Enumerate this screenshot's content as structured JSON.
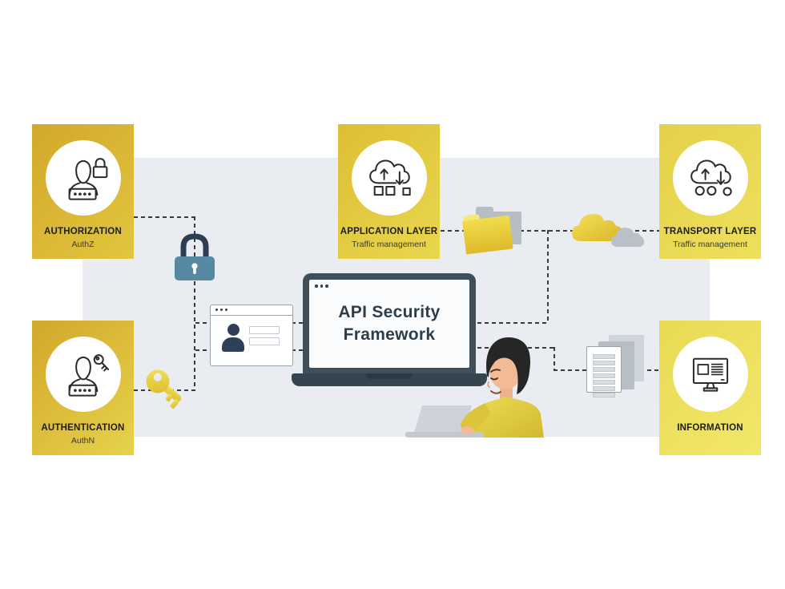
{
  "title": "API Security Framework diagram",
  "center_laptop": {
    "line1": "API Security",
    "line2": "Framework"
  },
  "cards": [
    {
      "title": "AUTHORIZATION",
      "subtitle": "AuthZ"
    },
    {
      "title": "APPLICATION LAYER",
      "subtitle": "Traffic management"
    },
    {
      "title": "TRANSPORT LAYER",
      "subtitle": "Traffic management"
    },
    {
      "title": "AUTHENTICATION",
      "subtitle": "AuthN"
    },
    {
      "title": "INFORMATION",
      "subtitle": ""
    }
  ],
  "icons": [
    "user-lock-icon",
    "cloud-squares-icon",
    "cloud-circles-icon",
    "user-key-icon",
    "monitor-icon",
    "padlock-icon",
    "key-icon",
    "folder-icon",
    "cloud-icon",
    "documents-icon",
    "login-window-icon",
    "laptop-icon",
    "person-at-laptop-illustration"
  ],
  "colors": {
    "panel": "#e9edf2",
    "card_gold": "#d2a82a",
    "card_yellow_light": "#f1e76a",
    "laptop_frame": "#3e4f5b",
    "ink": "#2c3e4a",
    "dash": "#3b3b3b",
    "lock_body": "#5789a2",
    "lock_shackle": "#2d3e53",
    "shirt_yellow": "#e5d044",
    "skin": "#f2bb95"
  }
}
